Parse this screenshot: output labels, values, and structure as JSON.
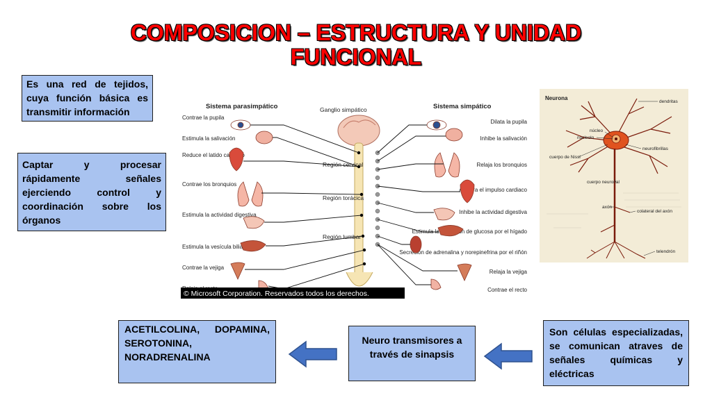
{
  "title": {
    "line1": "COMPOSICION – ESTRUCTURA Y UNIDAD",
    "line2": "FUNCIONAL"
  },
  "boxes": {
    "definition": "Es una red de tejidos, cuya función básica es transmitir información",
    "function": "Captar y procesar rápidamente señales ejerciendo control y coordinación sobre los órganos",
    "neurotransmitters_list": "ACETILCOLINA, DOPAMINA, SEROTONINA, NORADRENALINA",
    "neurotransmitters": "Neuro transmisores a través de sinapsis",
    "cells": "Son células especializadas, se comunican atraves de señales químicas y eléctricas"
  },
  "nervous_system_diagram": {
    "parasympathetic_title": "Sistema parasimpático",
    "sympathetic_title": "Sistema simpático",
    "ganglion_label": "Ganglio simpático",
    "regions": [
      "Región cervical",
      "Región torácica",
      "Región lumbar"
    ],
    "parasympathetic_labels": [
      "Contrae la pupila",
      "Estimula la salivación",
      "Reduce el latido cardiaco",
      "Contrae los bronquios",
      "Estimula la actividad digestiva",
      "Estimula la vesícula biliar",
      "Contrae la vejiga",
      "Relaja el recto"
    ],
    "sympathetic_labels": [
      "Dilata la pupila",
      "Inhibe la salivación",
      "Relaja los bronquios",
      "Acelera el impulso cardiaco",
      "Inhibe la actividad digestiva",
      "Estimula la liberación de glucosa por el hígado",
      "Secreción de adrenalina y norepinefrina por el riñón",
      "Relaja la vejiga",
      "Contrae el recto"
    ],
    "copyright": "© Microsoft Corporation. Reservados todos los derechos."
  },
  "neuron_diagram": {
    "title": "Neurona",
    "labels": {
      "dendritas": "dendritas",
      "nucleo": "núcleo",
      "nucleolo": "nucleolo",
      "neurofibrillas": "neurofibrillas",
      "cuerpo_nissl": "cuerpo de Nissl",
      "cuerpo_neuronal": "cuerpo neuronal",
      "axon": "axón",
      "colateral": "colateral del axón",
      "telendron": "telendrón"
    }
  },
  "colors": {
    "title": "#ff0000",
    "box_fill": "#a9c3f0",
    "arrow": "#4472c4"
  }
}
